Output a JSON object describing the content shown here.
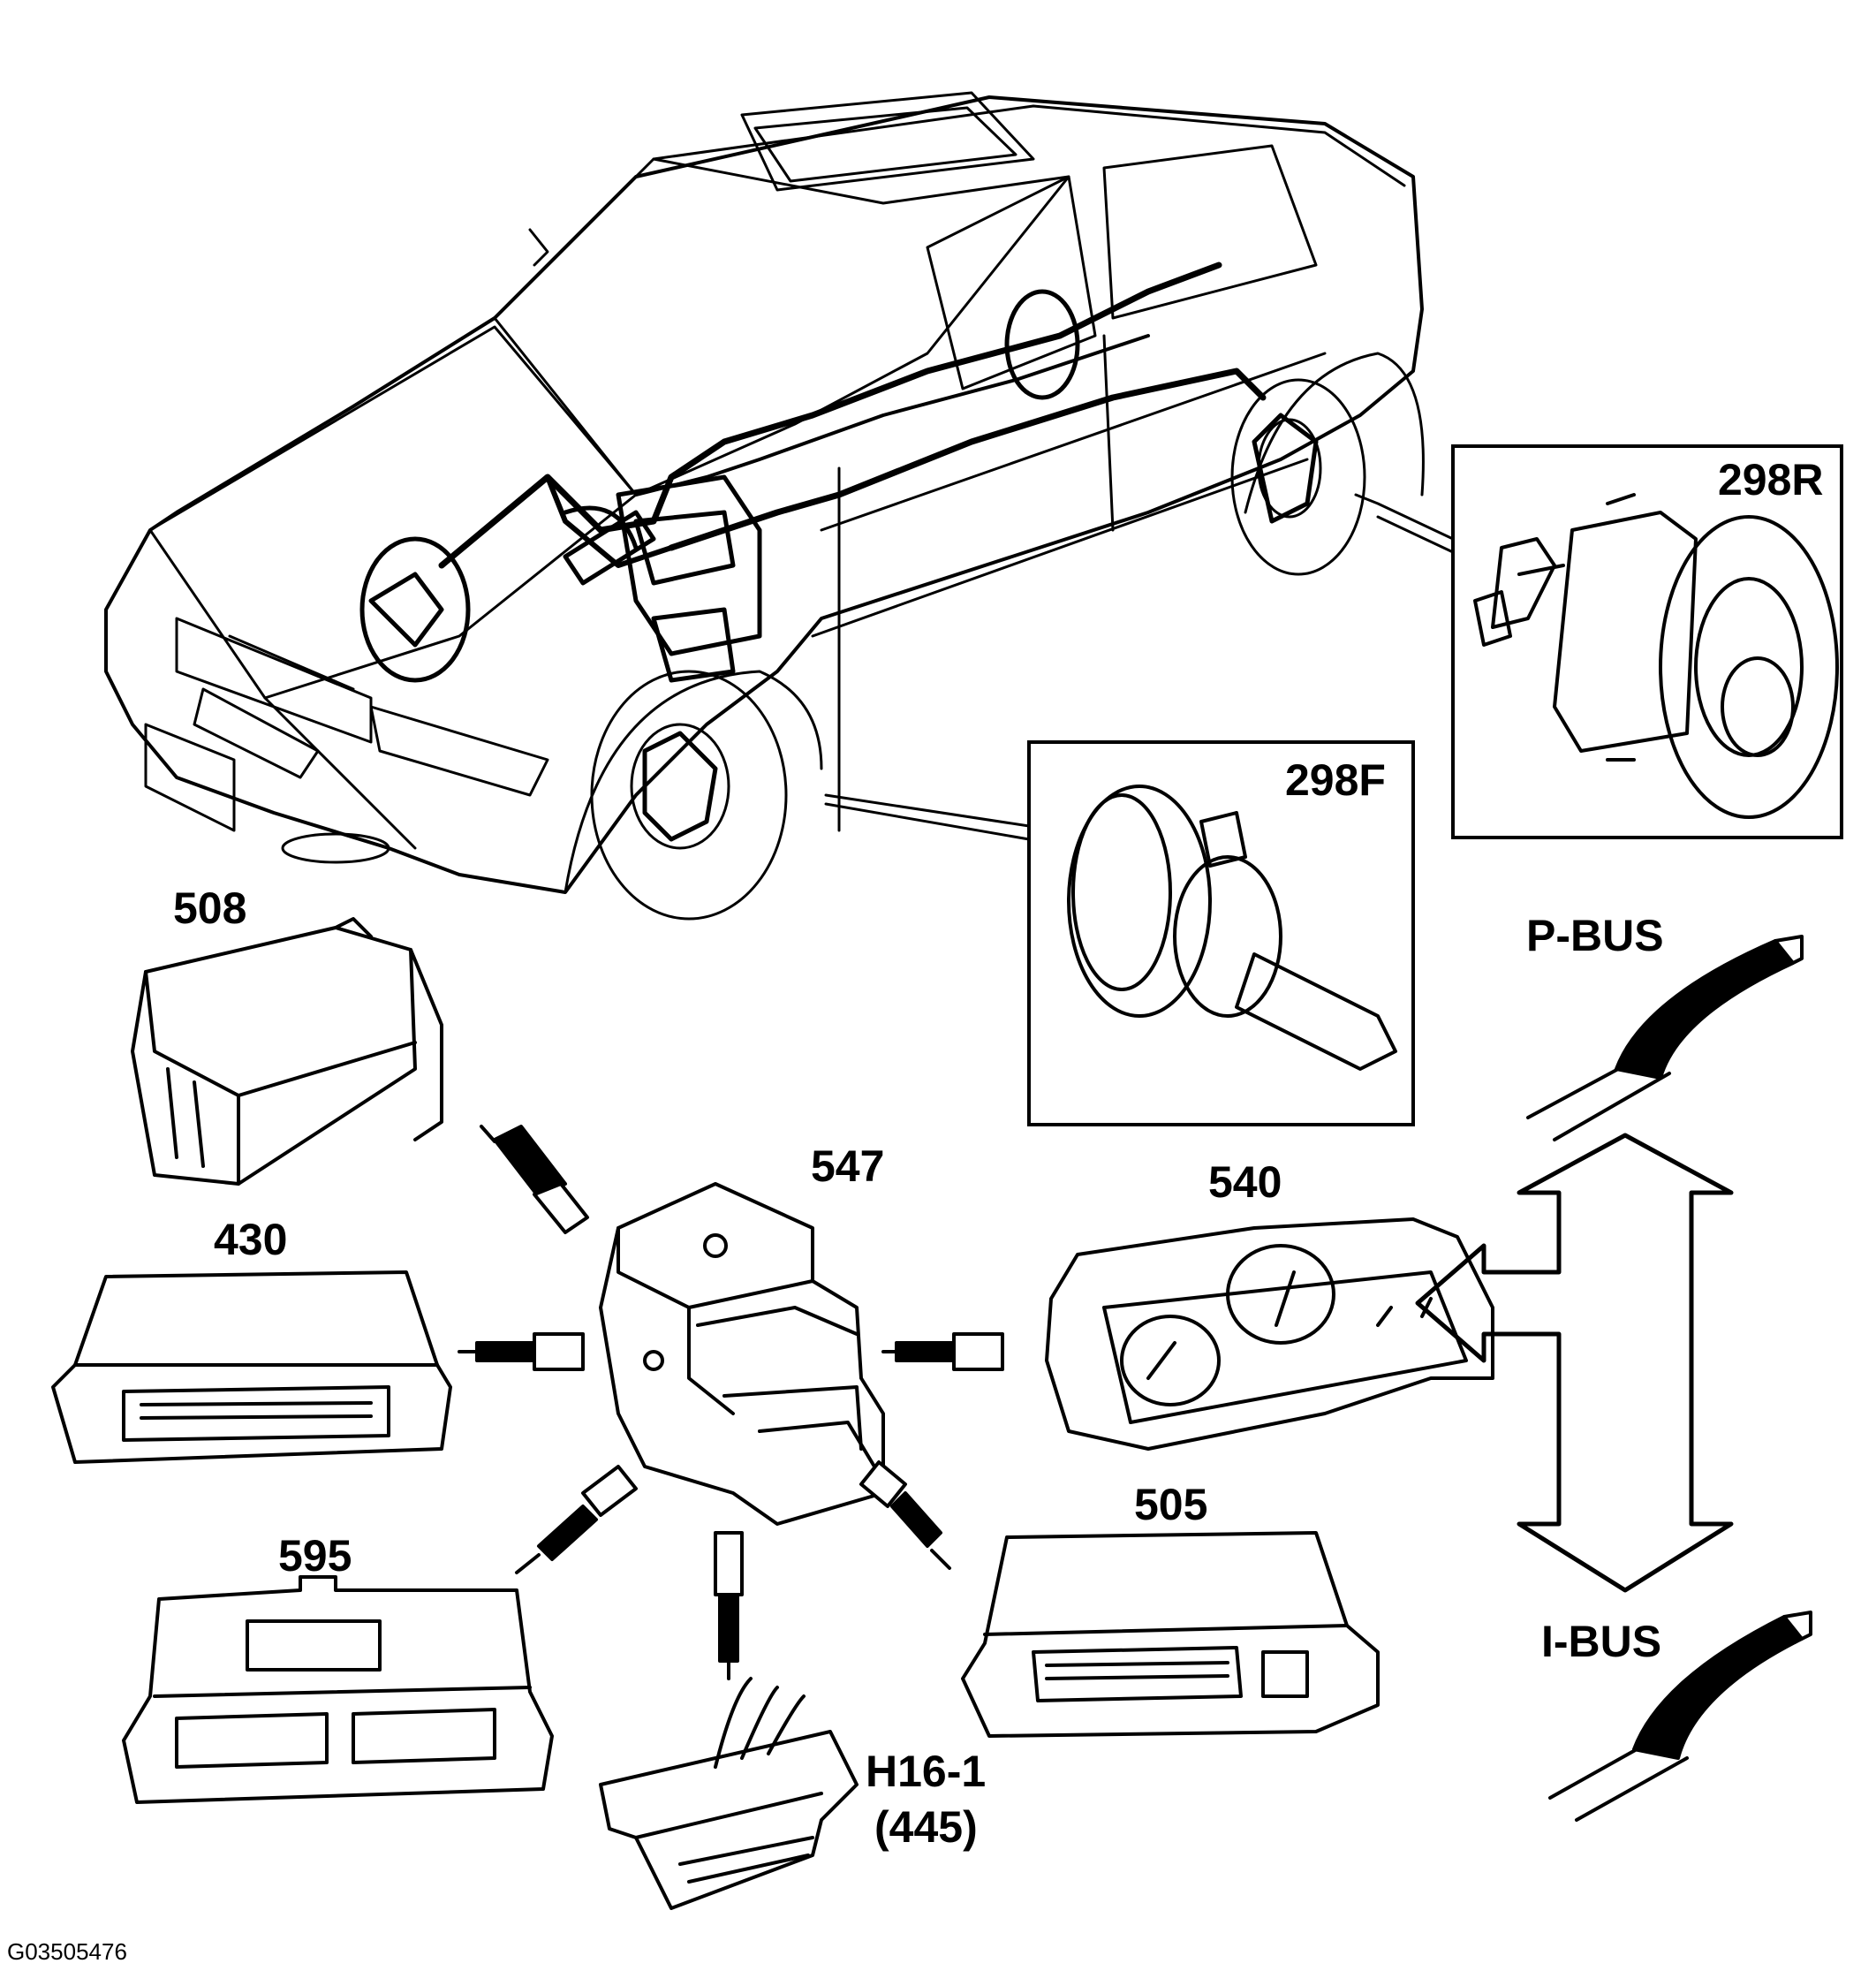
{
  "labels": {
    "wheel_sensor_rear": "298R",
    "wheel_sensor_front": "298F",
    "module_508": "508",
    "module_430": "430",
    "module_547": "547",
    "module_540": "540",
    "module_505": "505",
    "module_595": "595",
    "connector_h16": "H16-1",
    "connector_445": "(445)",
    "p_bus": "P-BUS",
    "i_bus": "I-BUS",
    "figure_code": "G03505476"
  }
}
